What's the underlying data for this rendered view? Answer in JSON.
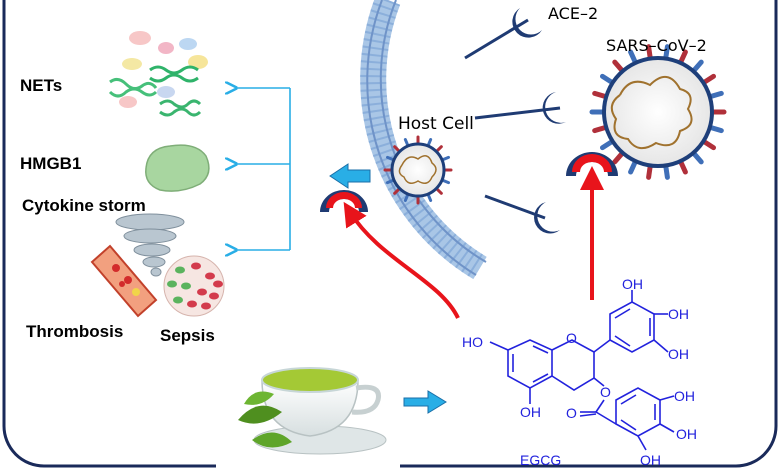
{
  "labels": {
    "nets": "NETs",
    "hmgb1": "HMGB1",
    "cytokine_storm": "Cytokine storm",
    "thrombosis": "Thrombosis",
    "sepsis": "Sepsis",
    "host_cell": "Host Cell",
    "ace2": "ACE–2",
    "sars_cov_2": "SARS–CoV–2",
    "egcg": "EGCG"
  },
  "molecule": {
    "oh_top": "OH",
    "oh_right_upper": "OH",
    "oh_right_lower": "OH",
    "ho_left": "HO",
    "oh_bottom": "OH",
    "o_ring": "O",
    "o_ester": "O",
    "o_carbonyl": "O",
    "oh_gallate_1": "OH",
    "oh_gallate_2": "OH",
    "oh_gallate_3": "OH"
  },
  "colors": {
    "frame": "#1a2a5a",
    "arrow_blue": "#29aee6",
    "arrow_red": "#e8141b",
    "membrane": "#a9c6e6",
    "receptor": "#1f3b73",
    "virus_spike": "#b0303a",
    "molecule": "#2222dd",
    "tea": "#9cc43a"
  }
}
